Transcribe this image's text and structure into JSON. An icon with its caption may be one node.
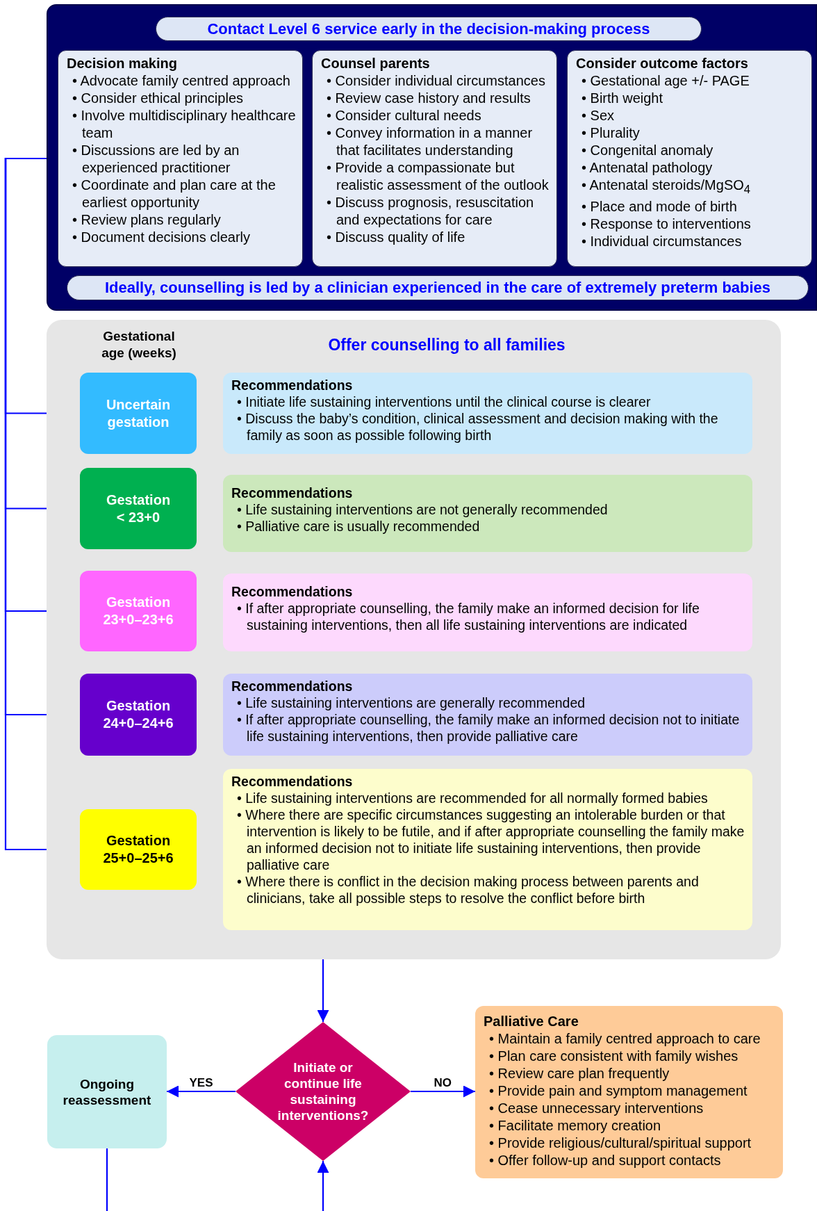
{
  "diagram": {
    "nodes": [
      {
        "text": [],
        "shape": "box"
      },
      {
        "text": [
          "Contact Level 6 service early in the decision-making process"
        ],
        "in": 0
      },
      {
        "text": [
          "Decision making",
          "• Advocate family centred approach",
          "• Consider ethical principles",
          "• Involve multidisciplinary healthcare team",
          "• Discussions are led by an experienced practitioner",
          "• Coordinate and plan care at the earliest opportunity",
          "• Review plans regularly",
          "• Document decisions clearly"
        ],
        "in": 0
      },
      {
        "text": [
          "Counsel parents",
          "• Consider individual circumstances",
          "• Review case history and results",
          "• Consider cultural needs",
          "• Convey information in a manner that facilitates understanding",
          "• Provide a compassionate but realistic assessment of the outlook",
          "• Discuss prognosis, resuscitation and expectations for care",
          "• Discuss quality of life"
        ],
        "in": 0
      },
      {
        "text": [
          "Consider outcome factors",
          "• Gestational age +/- PAGE",
          "• Birth weight",
          "• Sex",
          "• Plurality",
          "• Congenital anomaly",
          "• Antenatal pathology",
          "• Antenatal steroids/MgSO$_{4}$",
          "• Place and mode of birth",
          "• Response to interventions",
          "• Individual circumstances"
        ],
        "in": 0
      },
      {
        "text": [
          "Ideally, counselling is led by a clinician experienced in the care of extremely preterm babies"
        ],
        "in": 0
      },
      {
        "text": [
          "Gestational age (weeks)",
          "Offer counselling to all families"
        ]
      },
      {
        "text": [
          "Uncertain gestation"
        ],
        "in": 6
      },
      {
        "text": [
          "Recommendations",
          "• Initiate life sustaining interventions until the clinical course is clearer",
          "• Discuss the baby’s condition, clinical assessment and decision making with the family as soon as possible following birth"
        ],
        "in": 6
      },
      {
        "text": [
          "Gestation < 23+0"
        ],
        "in": 6
      },
      {
        "text": [
          "Recommendations",
          "• Life sustaining interventions are not generally recommended",
          "• Palliative care is usually recommended"
        ],
        "in": 6
      },
      {
        "text": [
          "Gestation 23+0–23+6"
        ],
        "in": 6
      },
      {
        "text": [
          "Recommendations",
          "• If after appropriate counselling, the family make an informed decision for life sustaining interventions, then all life sustaining interventions are indicated"
        ],
        "in": 6
      },
      {
        "text": [
          "Gestation 24+0–24+6"
        ],
        "in": 6
      },
      {
        "text": [
          "Recommendations",
          "• Life sustaining interventions are generally recommended",
          "• If after appropriate counselling, the family make an informed decision not to initiate life sustaining interventions, then provide palliative care"
        ],
        "in": 6
      },
      {
        "text": [
          "Gestation 25+0–25+6"
        ],
        "in": 6
      },
      {
        "text": [
          "Recommendations",
          "• Life sustaining interventions are recommended for all normally formed babies",
          "• Where there are specific circumstances suggesting an intolerable burden or that intervention is likely to be futile, and if after appropriate counselling the family make an informed decision not to initiate life sustaining interventions, then provide palliative care",
          "• Where there is conflict in the decision making process between parents and clinicians, take all possible steps to resolve the conflict before birth"
        ],
        "in": 6
      },
      {
        "text": [
          "Initiate or continue life sustaining interventions?"
        ]
      },
      {
        "text": [
          "Ongoing reassessment"
        ]
      },
      {
        "text": [
          "Palliative Care",
          "• Maintain a family centred approach to care",
          "• Plan care consistent with family wishes",
          "• Review care plan frequently",
          "• Provide pain and symptom management",
          "• Cease unnecessary interventions",
          "• Facilitate memory creation",
          "• Provide religious/cultural/spiritual support",
          "• Offer follow-up and support contacts"
        ]
      }
    ],
    "edges": [
      {
        "from": 0,
        "to": 7,
        "arrow": "to"
      },
      {
        "from": 0,
        "to": 9,
        "arrow": "to"
      },
      {
        "from": 0,
        "to": 11,
        "arrow": "to"
      },
      {
        "from": 0,
        "to": 13,
        "arrow": "to"
      },
      {
        "from": 0,
        "to": 15,
        "arrow": "to"
      },
      {
        "from": 6,
        "to": 17,
        "arrow": "to"
      },
      {
        "from": 17,
        "to": 18,
        "arrow": "to",
        "label": "YES"
      },
      {
        "from": 17,
        "to": 19,
        "arrow": "to",
        "label": "NO"
      },
      {
        "from": 18,
        "to": null,
        "arrow": "none"
      },
      {
        "from": null,
        "to": 17,
        "arrow": "to"
      }
    ]
  }
}
